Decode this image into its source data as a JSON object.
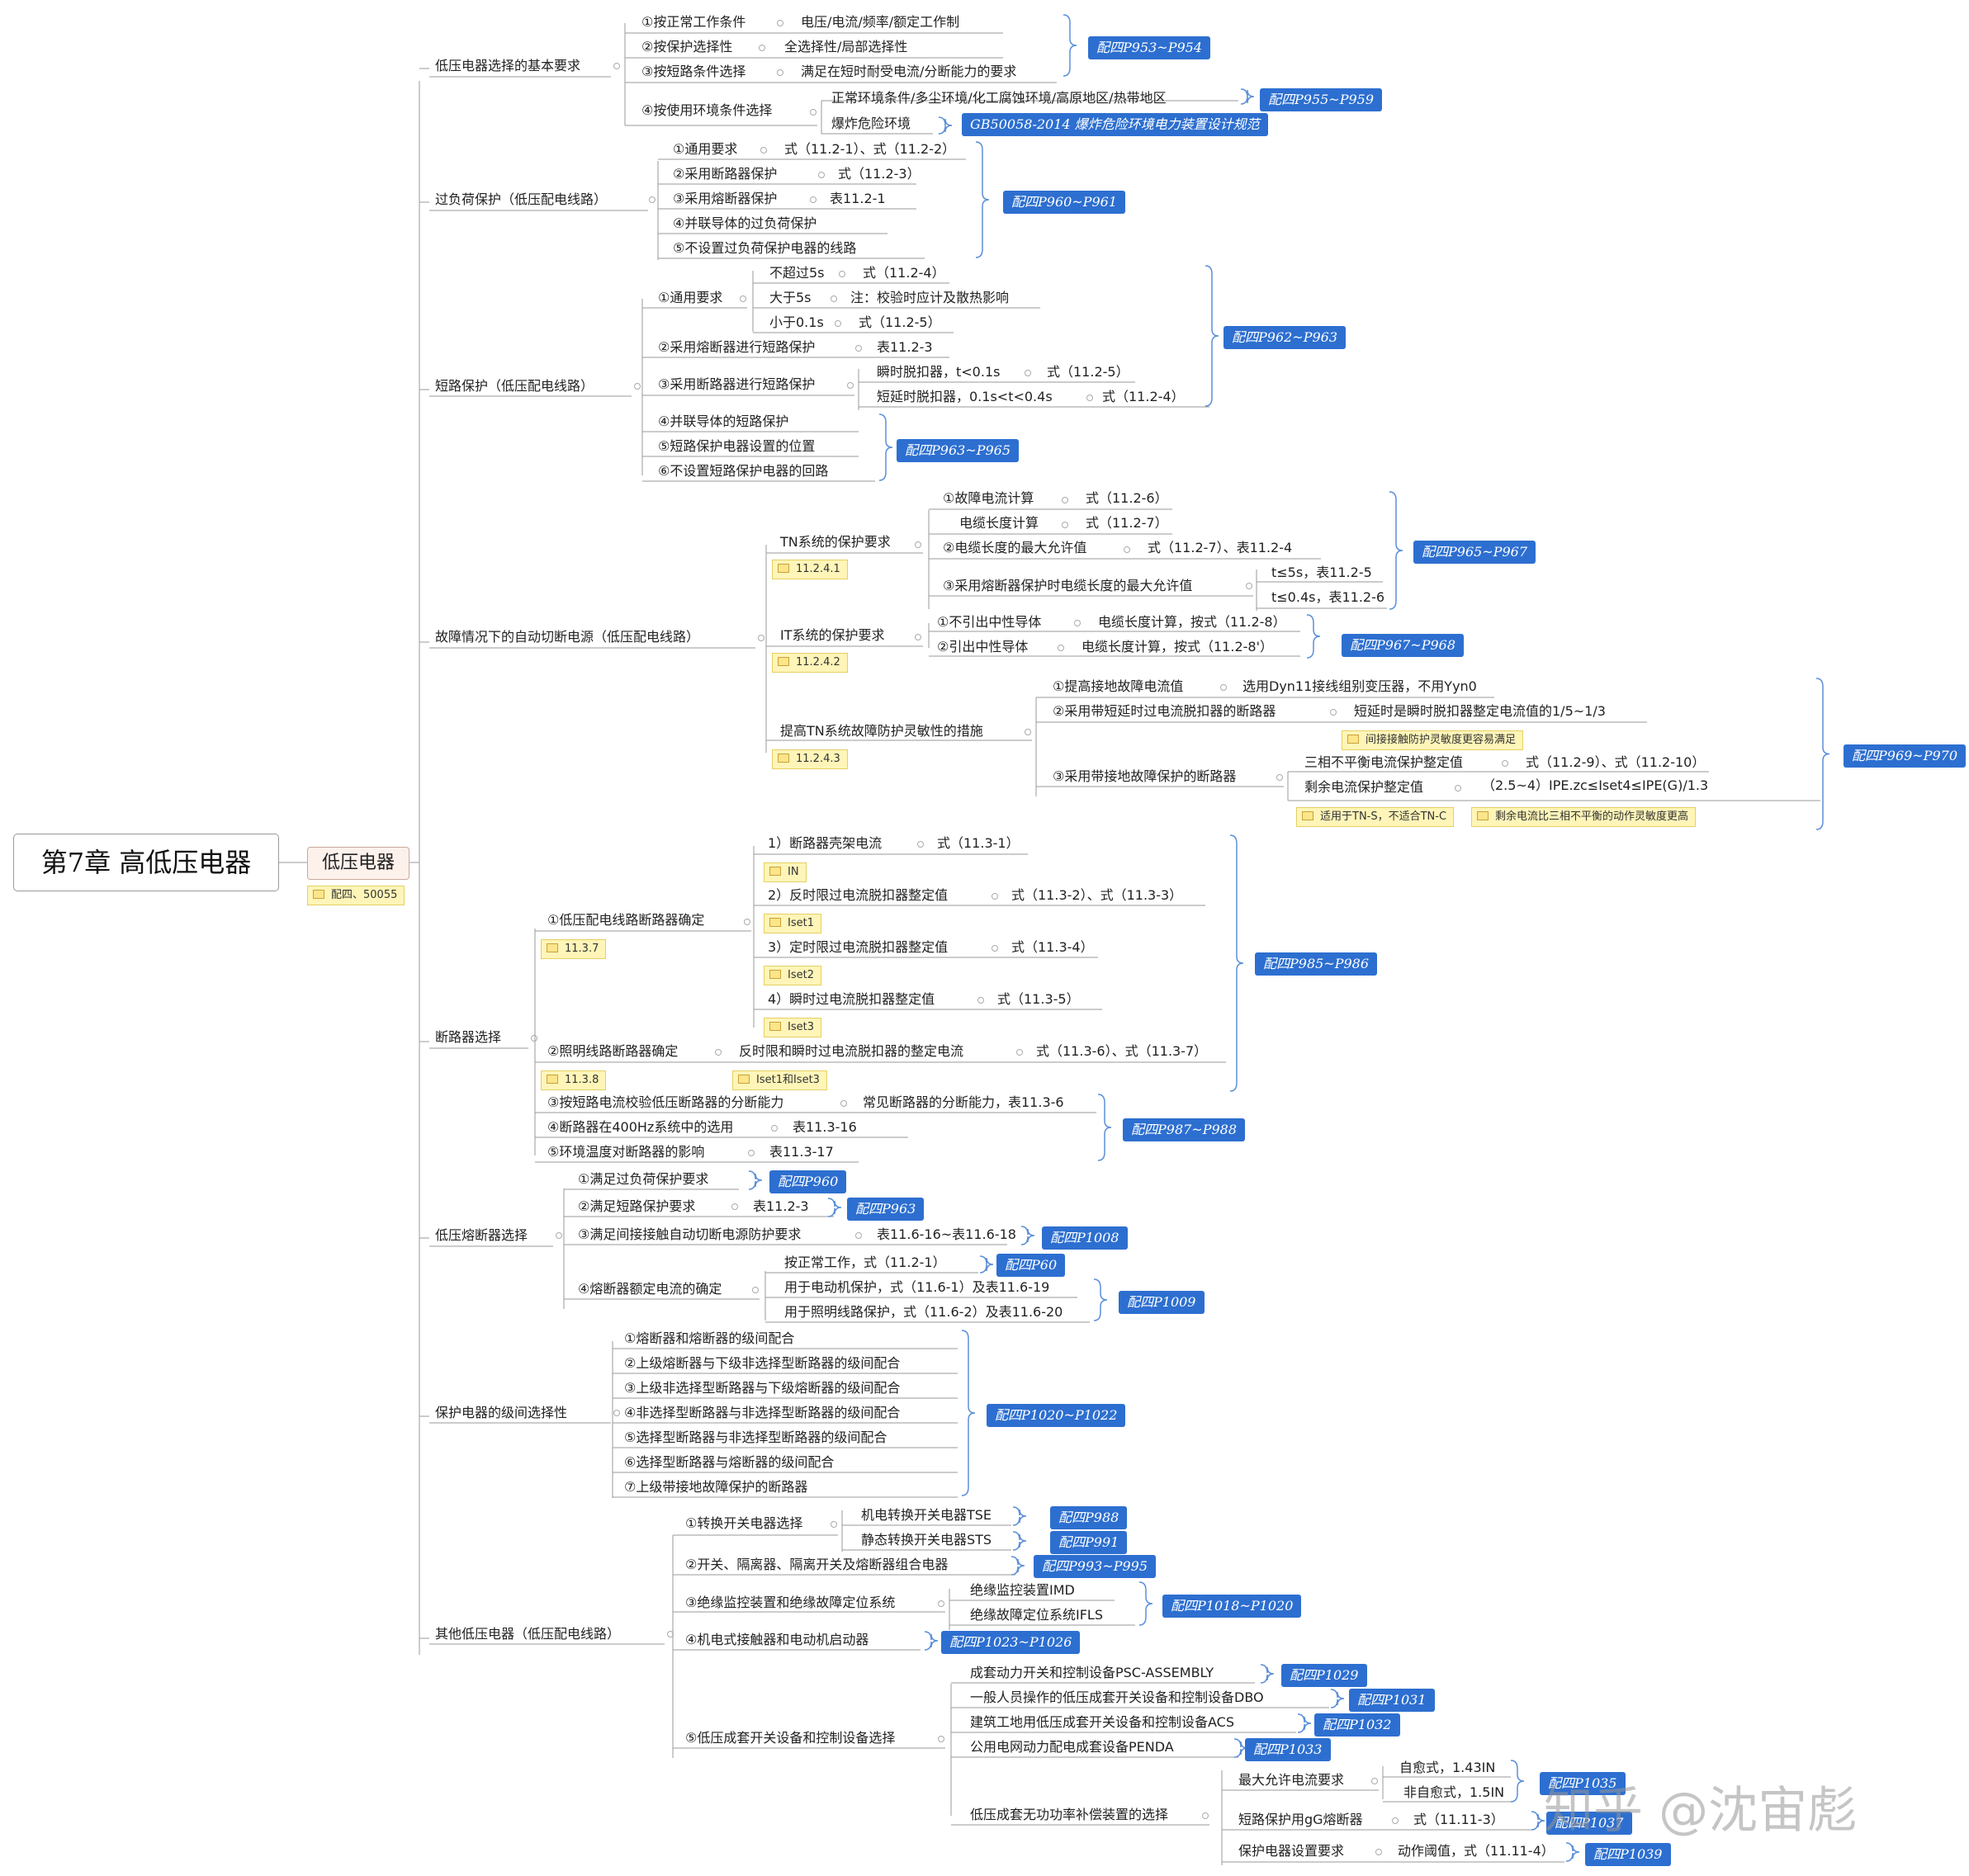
{
  "root": "第7章 高低压电器",
  "main_topic": "低压电器",
  "main_topic_note": "配四、50055",
  "watermark": "知乎 @沈宙彪",
  "colors": {
    "ref_bg": "#2d6fd0",
    "note_bg": "#fff5b8",
    "line": "#9a9a9a",
    "brace": "#5b8fd8"
  },
  "branches": {
    "b1": {
      "label": "低压电器选择的基本要求",
      "items": [
        "①按正常工作条件",
        "电压/电流/频率/额定工作制",
        "②按保护选择性",
        "全选择性/局部选择性",
        "③按短路条件选择",
        "满足在短时耐受电流/分断能力的要求",
        "④按使用环境条件选择",
        "正常环境条件/多尘环境/化工腐蚀环境/高原地区/热带地区",
        "爆炸危险环境"
      ],
      "refs": [
        "配四P953~P954",
        "配四P955~P959",
        "GB50058-2014 爆炸危险环境电力装置设计规范"
      ]
    },
    "b2": {
      "label": "过负荷保护（低压配电线路）",
      "items": [
        "①通用要求",
        "式（11.2-1）、式（11.2-2）",
        "②采用断路器保护",
        "式（11.2-3）",
        "③采用熔断器保护",
        "表11.2-1",
        "④并联导体的过负荷保护",
        "⑤不设置过负荷保护电器的线路"
      ],
      "refs": [
        "配四P960~P961"
      ]
    },
    "b3": {
      "label": "短路保护（低压配电线路）",
      "items": [
        "①通用要求",
        "不超过5s",
        "式（11.2-4）",
        "大于5s",
        "注：校验时应计及散热影响",
        "小于0.1s",
        "式（11.2-5）",
        "②采用熔断器进行短路保护",
        "表11.2-3",
        "③采用断路器进行短路保护",
        "瞬时脱扣器，t<0.1s",
        "式（11.2-5）",
        "短延时脱扣器，0.1s<t<0.4s",
        "式（11.2-4）",
        "④并联导体的短路保护",
        "⑤短路保护电器设置的位置",
        "⑥不设置短路保护电器的回路"
      ],
      "refs": [
        "配四P962~P963",
        "配四P963~P965"
      ]
    },
    "b4": {
      "label": "故障情况下的自动切断电源（低压配电线路）",
      "items": [
        "TN系统的保护要求",
        "①故障电流计算",
        "式（11.2-6）",
        "电缆长度计算",
        "式（11.2-7）",
        "②电缆长度的最大允许值",
        "式（11.2-7）、表11.2-4",
        "③采用熔断器保护时电缆长度的最大允许值",
        "t≤5s，表11.2-5",
        "t≤0.4s，表11.2-6",
        "IT系统的保护要求",
        "①不引出中性导体",
        "电缆长度计算，按式（11.2-8）",
        "②引出中性导体",
        "电缆长度计算，按式（11.2-8'）",
        "提高TN系统故障防护灵敏性的措施",
        "①提高接地故障电流值",
        "选用Dyn11接线组别变压器，不用Yyn0",
        "②采用带短延时过电流脱扣器的断路器",
        "短延时是瞬时脱扣器整定电流值的1/5~1/3",
        "③采用带接地故障保护的断路器",
        "三相不平衡电流保护整定值",
        "式（11.2-9）、式（11.2-10）",
        "剩余电流保护整定值",
        "（2.5~4）IPE.zc≤Iset4≤IPE(G)/1.3"
      ],
      "notes": [
        "11.2.4.1",
        "11.2.4.2",
        "11.2.4.3",
        "间接接触防护灵敏度更容易满足",
        "适用于TN-S，不适合TN-C",
        "剩余电流比三相不平衡的动作灵敏度更高"
      ],
      "refs": [
        "配四P965~P967",
        "配四P967~P968",
        "配四P969~P970"
      ]
    },
    "b5": {
      "label": "断路器选择",
      "items": [
        "①低压配电线路断路器确定",
        "1）断路器壳架电流",
        "式（11.3-1）",
        "2）反时限过电流脱扣器整定值",
        "式（11.3-2）、式（11.3-3）",
        "3）定时限过电流脱扣器整定值",
        "式（11.3-4）",
        "4）瞬时过电流脱扣器整定值",
        "式（11.3-5）",
        "②照明线路断路器确定",
        "反时限和瞬时过电流脱扣器的整定电流",
        "式（11.3-6）、式（11.3-7）",
        "③按短路电流校验低压断路器的分断能力",
        "常见断路器的分断能力，表11.3-6",
        "④断路器在400Hz系统中的选用",
        "表11.3-16",
        "⑤环境温度对断路器的影响",
        "表11.3-17"
      ],
      "notes": [
        "11.3.7",
        "IN",
        "Iset1",
        "Iset2",
        "Iset3",
        "11.3.8",
        "Iset1和Iset3"
      ],
      "refs": [
        "配四P985~P986",
        "配四P987~P988"
      ]
    },
    "b6": {
      "label": "低压熔断器选择",
      "items": [
        "①满足过负荷保护要求",
        "②满足短路保护要求",
        "表11.2-3",
        "③满足间接接触自动切断电源防护要求",
        "表11.6-16~表11.6-18",
        "④熔断器额定电流的确定",
        "按正常工作，式（11.2-1）",
        "用于电动机保护，式（11.6-1）及表11.6-19",
        "用于照明线路保护，式（11.6-2）及表11.6-20"
      ],
      "refs": [
        "配四P960",
        "配四P963",
        "配四P1008",
        "配四P60",
        "配四P1009"
      ]
    },
    "b7": {
      "label": "保护电器的级间选择性",
      "items": [
        "①熔断器和熔断器的级间配合",
        "②上级熔断器与下级非选择型断路器的级间配合",
        "③上级非选择型断路器与下级熔断器的级间配合",
        "④非选择型断路器与非选择型断路器的级间配合",
        "⑤选择型断路器与非选择型断路器的级间配合",
        "⑥选择型断路器与熔断器的级间配合",
        "⑦上级带接地故障保护的断路器"
      ],
      "refs": [
        "配四P1020~P1022"
      ]
    },
    "b8": {
      "label": "其他低压电器（低压配电线路）",
      "items": [
        "①转换开关电器选择",
        "机电转换开关电器TSE",
        "静态转换开关电器STS",
        "②开关、隔离器、隔离开关及熔断器组合电器",
        "③绝缘监控装置和绝缘故障定位系统",
        "绝缘监控装置IMD",
        "绝缘故障定位系统IFLS",
        "④机电式接触器和电动机启动器",
        "⑤低压成套开关设备和控制设备选择",
        "成套动力开关和控制设备PSC-ASSEMBLY",
        "一般人员操作的低压成套开关设备和控制设备DBO",
        "建筑工地用低压成套开关设备和控制设备ACS",
        "公用电网动力配电成套设备PENDA",
        "低压成套无功功率补偿装置的选择",
        "最大允许电流要求",
        "自愈式，1.43IN",
        "非自愈式，1.5IN",
        "短路保护用gG熔断器",
        "式（11.11-3）",
        "保护电器设置要求",
        "动作阈值，式（11.11-4）"
      ],
      "refs": [
        "配四P988",
        "配四P991",
        "配四P993~P995",
        "配四P1018~P1020",
        "配四P1023~P1026",
        "配四P1029",
        "配四P1031",
        "配四P1032",
        "配四P1033",
        "配四P1035",
        "配四P1037",
        "配四P1039"
      ]
    }
  }
}
